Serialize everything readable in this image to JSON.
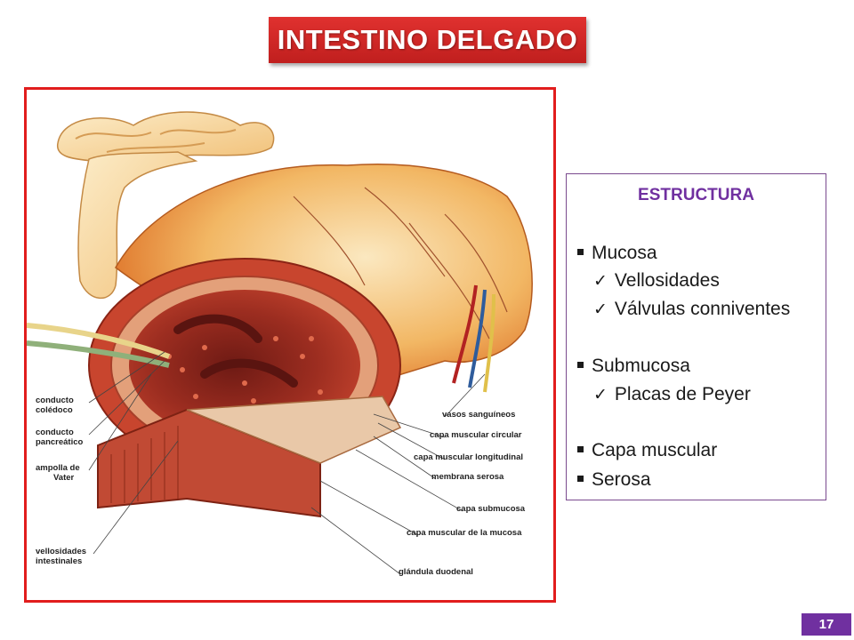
{
  "title": "INTESTINO DELGADO",
  "figure": {
    "labels": {
      "conducto_coledoco": [
        "conducto",
        "colédoco"
      ],
      "conducto_pancreatico": [
        "conducto",
        "pancreático"
      ],
      "ampolla_vater": [
        "ampolla de",
        "Vater"
      ],
      "vellosidades_intestinales": [
        "vellosidades",
        "intestinales"
      ],
      "vasos_sanguineos": "vasos sanguíneos",
      "capa_muscular_circular": "capa muscular circular",
      "capa_muscular_longitudinal": "capa muscular longitudinal",
      "membrana_serosa": "membrana serosa",
      "capa_submucosa": "capa submucosa",
      "capa_muscular_mucosa": "capa muscular de la mucosa",
      "glandula_duodenal": "glándula duodenal"
    }
  },
  "structure": {
    "heading": "ESTRUCTURA",
    "items": [
      {
        "level": 1,
        "text": "Mucosa"
      },
      {
        "level": 2,
        "text": "Vellosidades"
      },
      {
        "level": 2,
        "text": "Válvulas conniventes"
      },
      {
        "level": 1,
        "text": "Submucosa"
      },
      {
        "level": 2,
        "text": "Placas de Peyer"
      },
      {
        "level": 1,
        "text": "Capa muscular"
      },
      {
        "level": 1,
        "text": "Serosa"
      }
    ]
  },
  "page_number": "17",
  "colors": {
    "title_bg": "#d42a28",
    "frame_border": "#e11d1d",
    "heading": "#7030a0",
    "page_badge": "#7030a0"
  }
}
